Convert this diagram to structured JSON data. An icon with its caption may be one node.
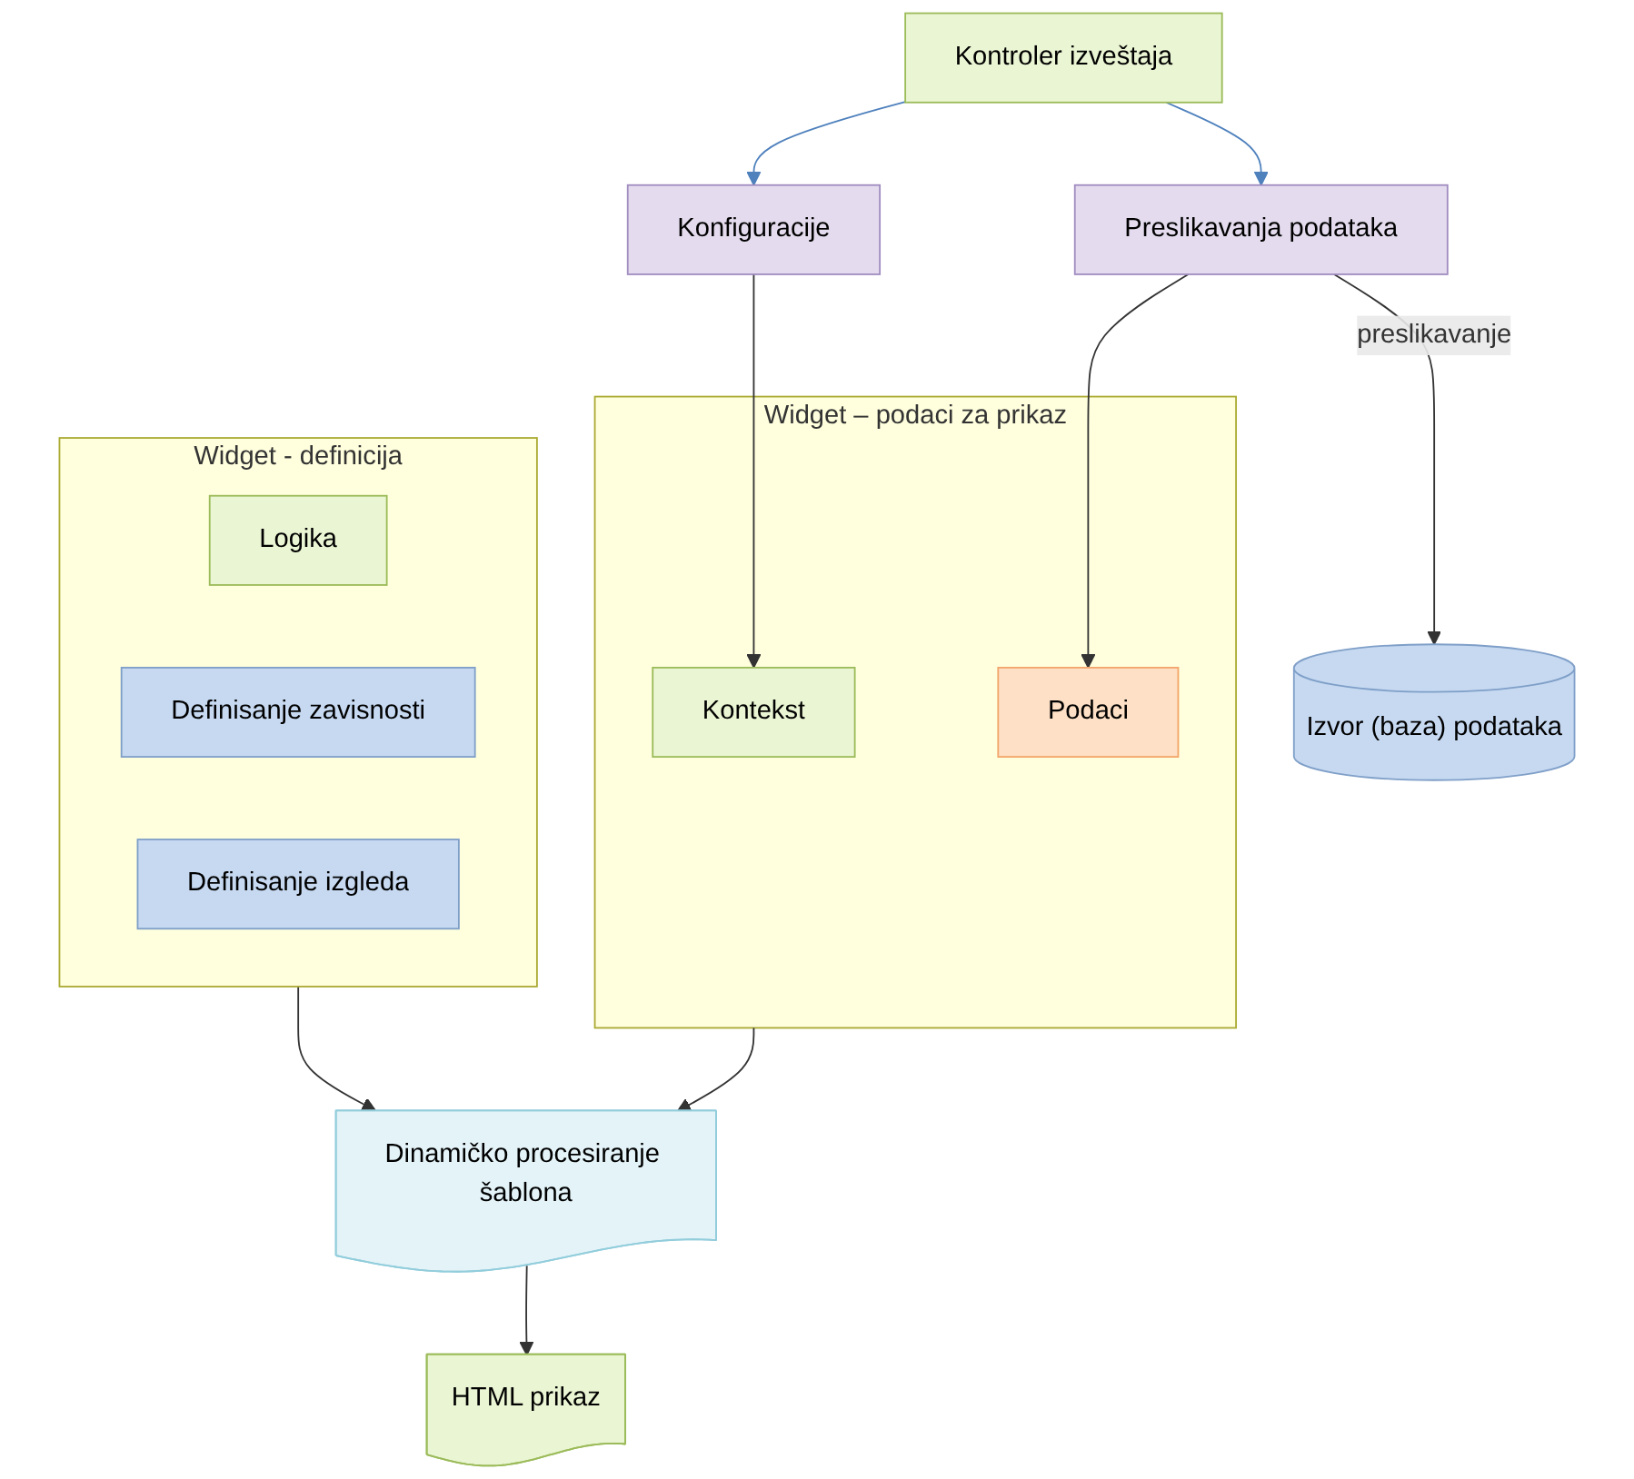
{
  "diagram": {
    "nodes": [
      {
        "text": [
          "Kontroler izveštaja"
        ]
      },
      {
        "text": [
          "Izvor (baza) podataka"
        ]
      },
      {
        "text": [
          "Konfiguracije"
        ]
      },
      {
        "text": [
          "Preslikavanja podataka"
        ]
      },
      {
        "text": [
          "Widget - definicija"
        ]
      },
      {
        "text": [
          "Logika"
        ],
        "in": 4
      },
      {
        "text": [
          "Definisanje zavisnosti"
        ],
        "in": 4
      },
      {
        "text": [
          "Definisanje izgleda"
        ],
        "in": 4
      },
      {
        "text": [
          "Widget – podaci za prikaz"
        ]
      },
      {
        "text": [
          "Kontekst"
        ],
        "in": 8
      },
      {
        "text": [
          "Podaci"
        ],
        "in": 8
      },
      {
        "text": [
          "Dinamičko procesiranje šablona"
        ]
      },
      {
        "text": [
          "HTML prikaz"
        ]
      }
    ],
    "edges": [
      {
        "from": 0,
        "to": 2,
        "arrow": "to",
        "color": "#4f81bd"
      },
      {
        "from": 0,
        "to": 3,
        "arrow": "to",
        "color": "#4f81bd"
      },
      {
        "from": 3,
        "to": 1,
        "arrow": "to",
        "label": "preslikavanje"
      },
      {
        "from": 2,
        "to": 9,
        "arrow": "to"
      },
      {
        "from": 3,
        "to": 10,
        "arrow": "to"
      },
      {
        "from": 4,
        "to": 11,
        "arrow": "to"
      },
      {
        "from": 8,
        "to": 11,
        "arrow": "to"
      },
      {
        "from": 11,
        "to": 12,
        "arrow": "to"
      }
    ]
  }
}
